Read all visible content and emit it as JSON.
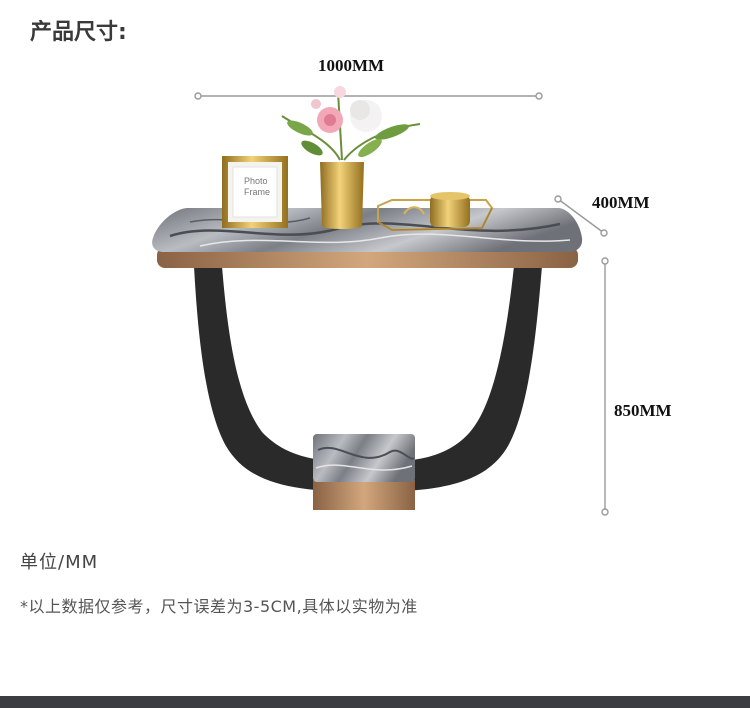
{
  "title": "产品尺寸:",
  "dimensions": {
    "width": "1000MM",
    "depth": "400MM",
    "height": "850MM"
  },
  "photo_frame": {
    "line1": "Photo",
    "line2": "Frame"
  },
  "unit_label": "单位/MM",
  "note": "*以上数据仅参考，尺寸误差为3-5CM,具体以实物为准",
  "colors": {
    "marble": "#8c9096",
    "gold": "#c9a24a",
    "bronze": "#b48a62",
    "legs": "#2a2a2a",
    "dim_line": "#9a9a9a",
    "bottom_bar": "#3b3d42"
  }
}
